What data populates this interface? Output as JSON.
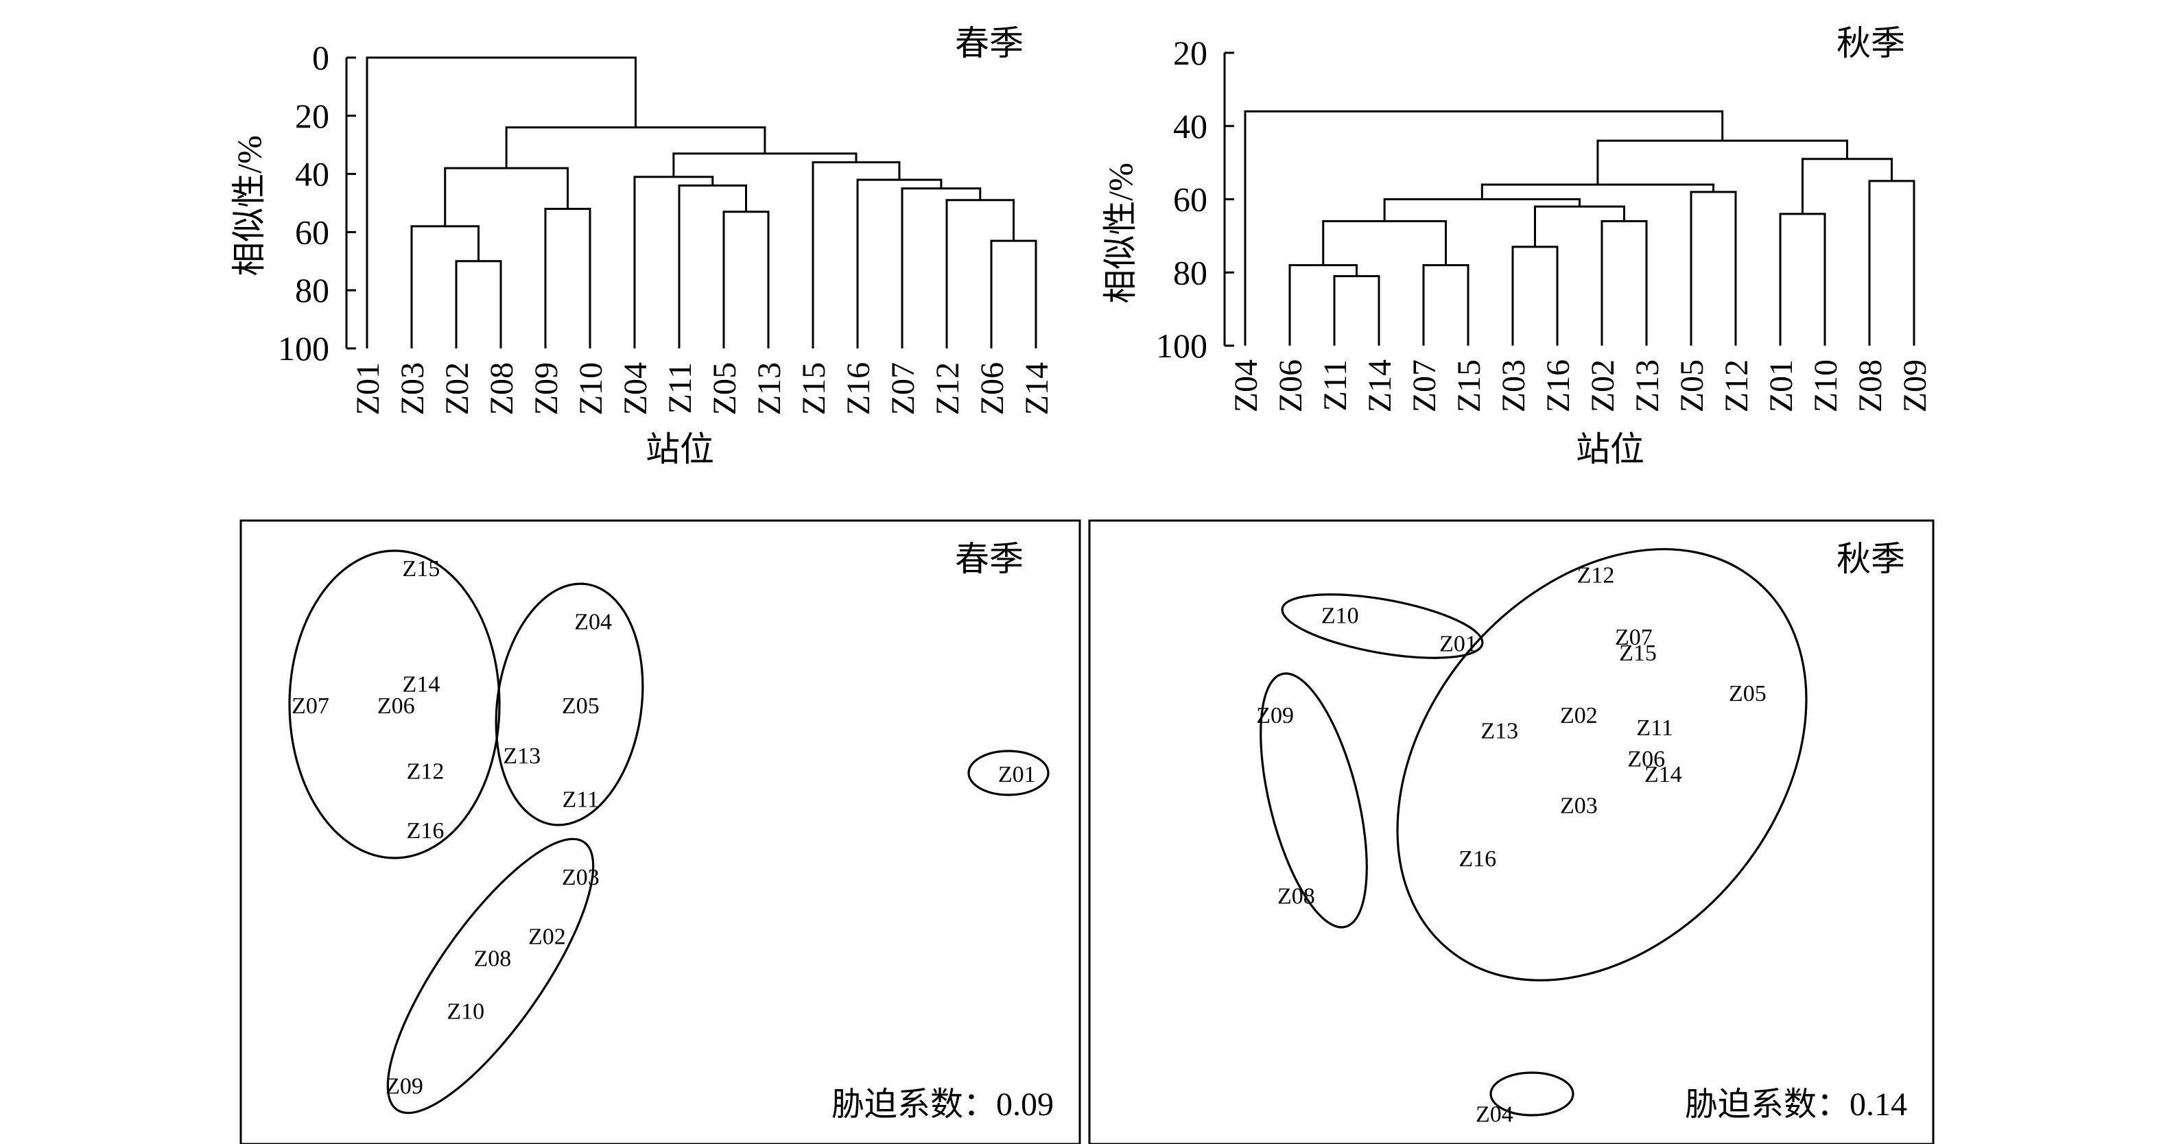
{
  "chart_data": [
    {
      "type": "dendrogram",
      "title": "春季",
      "xlabel": "站位",
      "ylabel": "相似性/%",
      "yticks": [
        0,
        20,
        40,
        60,
        80,
        100
      ],
      "ylim": [
        0,
        100
      ],
      "y_inverted": true,
      "leaves": [
        "Z01",
        "Z03",
        "Z02",
        "Z08",
        "Z09",
        "Z10",
        "Z04",
        "Z11",
        "Z05",
        "Z13",
        "Z15",
        "Z16",
        "Z07",
        "Z12",
        "Z06",
        "Z14"
      ],
      "merges": [
        {
          "a": "Z02",
          "b": "Z08",
          "similarity": 70
        },
        {
          "a": "Z03",
          "b": "[Z02,Z08]",
          "similarity": 58
        },
        {
          "a": "Z09",
          "b": "Z10",
          "similarity": 52
        },
        {
          "a": "[Z03,Z02,Z08]",
          "b": "[Z09,Z10]",
          "similarity": 38
        },
        {
          "a": "Z05",
          "b": "Z13",
          "similarity": 53
        },
        {
          "a": "Z11",
          "b": "[Z05,Z13]",
          "similarity": 44
        },
        {
          "a": "Z04",
          "b": "[Z11,Z05,Z13]",
          "similarity": 41
        },
        {
          "a": "Z06",
          "b": "Z14",
          "similarity": 63
        },
        {
          "a": "Z12",
          "b": "[Z06,Z14]",
          "similarity": 49
        },
        {
          "a": "Z07",
          "b": "[Z12,Z06,Z14]",
          "similarity": 45
        },
        {
          "a": "Z16",
          "b": "[Z07,...]",
          "similarity": 42
        },
        {
          "a": "Z15",
          "b": "[Z16,...]",
          "similarity": 36
        },
        {
          "a": "[Z04,...]",
          "b": "[Z15,...]",
          "similarity": 33
        },
        {
          "a": "[Z03,...]",
          "b": "[Z04,...]",
          "similarity": 24
        },
        {
          "a": "Z01",
          "b": "[Z03,...]",
          "similarity": 0
        }
      ]
    },
    {
      "type": "dendrogram",
      "title": "秋季",
      "xlabel": "站位",
      "ylabel": "相似性/%",
      "yticks": [
        20,
        40,
        60,
        80,
        100
      ],
      "ylim": [
        20,
        100
      ],
      "y_inverted": true,
      "leaves": [
        "Z04",
        "Z06",
        "Z11",
        "Z14",
        "Z07",
        "Z15",
        "Z03",
        "Z16",
        "Z02",
        "Z13",
        "Z05",
        "Z12",
        "Z01",
        "Z10",
        "Z08",
        "Z09"
      ],
      "merges": [
        {
          "a": "Z11",
          "b": "Z14",
          "similarity": 81
        },
        {
          "a": "Z06",
          "b": "[Z11,Z14]",
          "similarity": 78
        },
        {
          "a": "Z07",
          "b": "Z15",
          "similarity": 78
        },
        {
          "a": "[Z06,Z11,Z14]",
          "b": "[Z07,Z15]",
          "similarity": 66
        },
        {
          "a": "Z03",
          "b": "Z16",
          "similarity": 73
        },
        {
          "a": "Z02",
          "b": "Z13",
          "similarity": 66
        },
        {
          "a": "[Z03,Z16]",
          "b": "[Z02,Z13]",
          "similarity": 62
        },
        {
          "a": "[Z06,...,Z15]",
          "b": "[Z03,...,Z13]",
          "similarity": 60
        },
        {
          "a": "Z05",
          "b": "Z12",
          "similarity": 58
        },
        {
          "a": "[Z06,...,Z13]",
          "b": "[Z05,Z12]",
          "similarity": 56
        },
        {
          "a": "Z01",
          "b": "Z10",
          "similarity": 64
        },
        {
          "a": "Z08",
          "b": "Z09",
          "similarity": 55
        },
        {
          "a": "[Z01,Z10]",
          "b": "[Z08,Z09]",
          "similarity": 49
        },
        {
          "a": "[Z06,...,Z12]",
          "b": "[Z01,...,Z09]",
          "similarity": 44
        },
        {
          "a": "Z04",
          "b": "[Z06,...,Z09]",
          "similarity": 36
        }
      ]
    },
    {
      "type": "scatter",
      "title": "春季",
      "annotation": "胁迫系数：0.09",
      "points": [
        {
          "label": "Z15",
          "x": 0.215,
          "y": 0.075
        },
        {
          "label": "Z04",
          "x": 0.42,
          "y": 0.16
        },
        {
          "label": "Z14",
          "x": 0.215,
          "y": 0.26
        },
        {
          "label": "Z07",
          "x": 0.083,
          "y": 0.295
        },
        {
          "label": "Z06",
          "x": 0.185,
          "y": 0.295
        },
        {
          "label": "Z05",
          "x": 0.405,
          "y": 0.295
        },
        {
          "label": "Z13",
          "x": 0.335,
          "y": 0.375
        },
        {
          "label": "Z12",
          "x": 0.22,
          "y": 0.4
        },
        {
          "label": "Z01",
          "x": 0.925,
          "y": 0.405
        },
        {
          "label": "Z11",
          "x": 0.405,
          "y": 0.445
        },
        {
          "label": "Z16",
          "x": 0.22,
          "y": 0.495
        },
        {
          "label": "Z03",
          "x": 0.405,
          "y": 0.57
        },
        {
          "label": "Z02",
          "x": 0.365,
          "y": 0.665
        },
        {
          "label": "Z08",
          "x": 0.3,
          "y": 0.7
        },
        {
          "label": "Z10",
          "x": 0.268,
          "y": 0.785
        },
        {
          "label": "Z09",
          "x": 0.195,
          "y": 0.905
        }
      ]
    },
    {
      "type": "scatter",
      "title": "秋季",
      "annotation": "胁迫系数：0.14",
      "points": [
        {
          "label": "Z12",
          "x": 0.6,
          "y": 0.085
        },
        {
          "label": "Z10",
          "x": 0.297,
          "y": 0.15
        },
        {
          "label": "Z07",
          "x": 0.645,
          "y": 0.185
        },
        {
          "label": "Z01",
          "x": 0.437,
          "y": 0.195
        },
        {
          "label": "Z15",
          "x": 0.65,
          "y": 0.21
        },
        {
          "label": "Z05",
          "x": 0.78,
          "y": 0.275
        },
        {
          "label": "Z09",
          "x": 0.22,
          "y": 0.31
        },
        {
          "label": "Z02",
          "x": 0.58,
          "y": 0.31
        },
        {
          "label": "Z11",
          "x": 0.67,
          "y": 0.33
        },
        {
          "label": "Z13",
          "x": 0.486,
          "y": 0.335
        },
        {
          "label": "Z06",
          "x": 0.66,
          "y": 0.38
        },
        {
          "label": "Z14",
          "x": 0.68,
          "y": 0.405
        },
        {
          "label": "Z03",
          "x": 0.58,
          "y": 0.455
        },
        {
          "label": "Z16",
          "x": 0.46,
          "y": 0.54
        },
        {
          "label": "Z08",
          "x": 0.245,
          "y": 0.6
        },
        {
          "label": "Z04",
          "x": 0.48,
          "y": 0.95
        }
      ]
    }
  ]
}
